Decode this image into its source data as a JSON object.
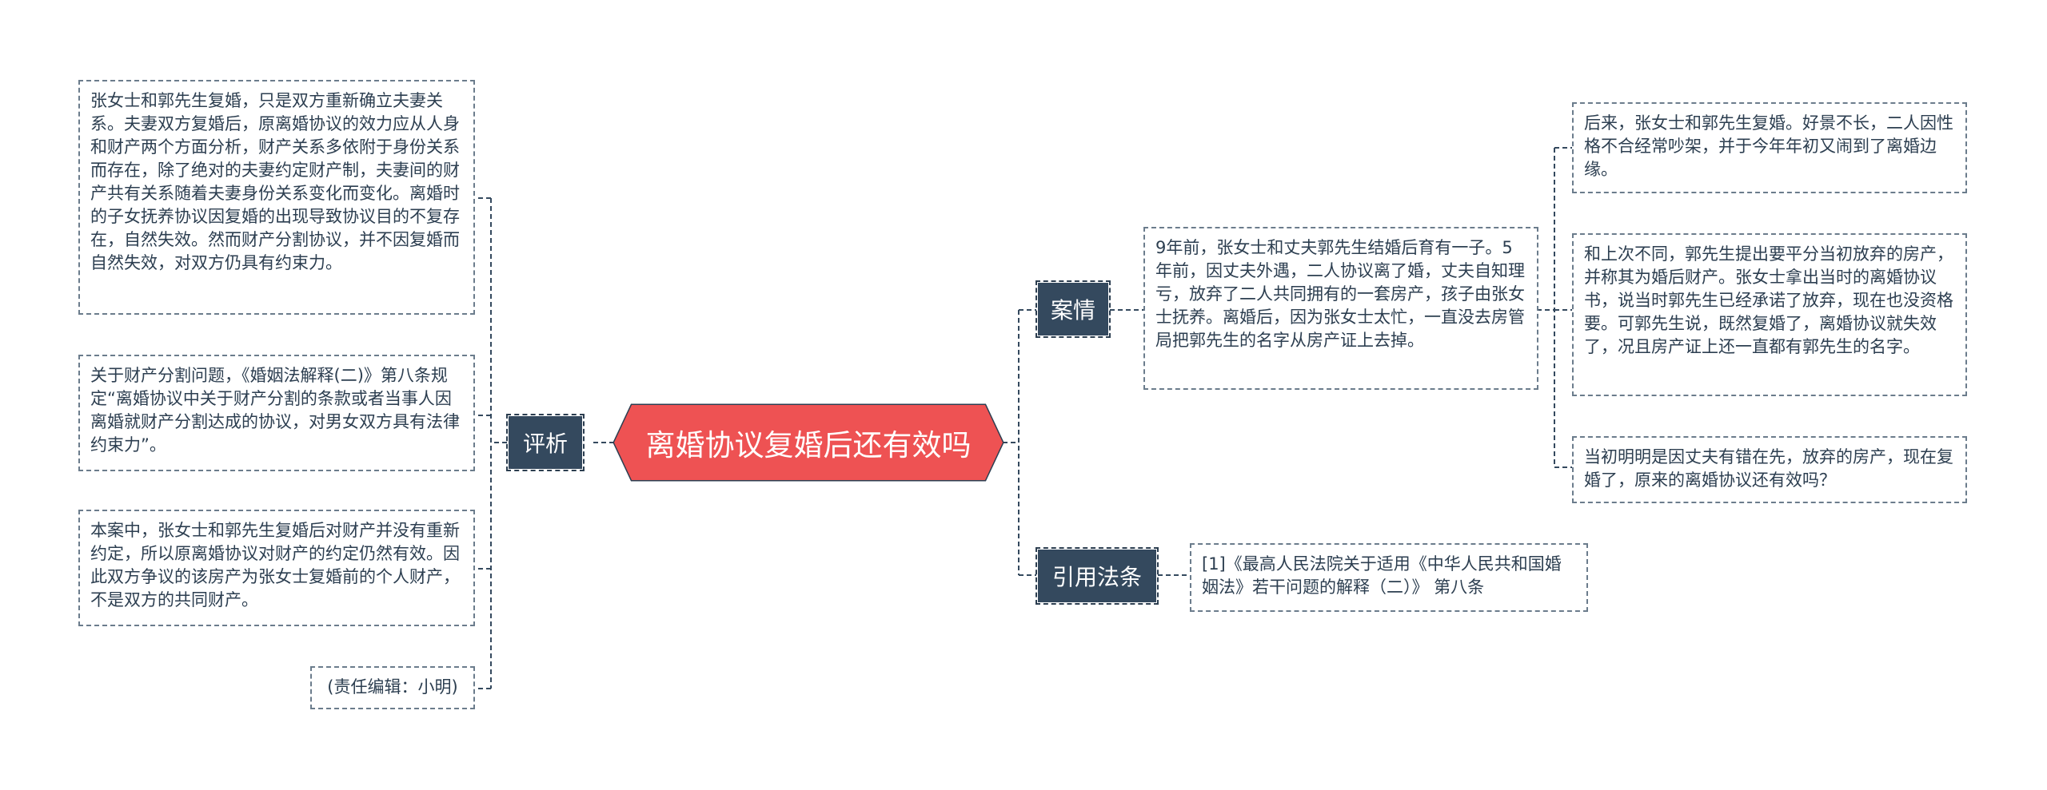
{
  "center": {
    "title": "离婚协议复婚后还有效吗"
  },
  "branches": {
    "analysis": {
      "label": "评析",
      "leaves": [
        "张女士和郭先生复婚，只是双方重新确立夫妻关系。夫妻双方复婚后，原离婚协议的效力应从人身和财产两个方面分析，财产关系多依附于身份关系而存在，除了绝对的夫妻约定财产制，夫妻间的财产共有关系随着夫妻身份关系变化而变化。离婚时的子女抚养协议因复婚的出现导致协议目的不复存在，自然失效。然而财产分割协议，并不因复婚而自然失效，对双方仍具有约束力。",
        "关于财产分割问题，《婚姻法解释(二)》第八条规定“离婚协议中关于财产分割的条款或者当事人因离婚就财产分割达成的协议，对男女双方具有法律约束力”。",
        "本案中，张女士和郭先生复婚后对财产并没有重新约定，所以原离婚协议对财产的约定仍然有效。因此双方争议的该房产为张女士复婚前的个人财产，不是双方的共同财产。",
        "(责任编辑：小明)"
      ]
    },
    "case": {
      "label": "案情",
      "main": "9年前，张女士和丈夫郭先生结婚后育有一子。5年前，因丈夫外遇，二人协议离了婚，丈夫自知理亏，放弃了二人共同拥有的一套房产，孩子由张女士抚养。离婚后，因为张女士太忙，一直没去房管局把郭先生的名字从房产证上去掉。",
      "leaves": [
        "后来，张女士和郭先生复婚。好景不长，二人因性格不合经常吵架，并于今年年初又闹到了离婚边缘。",
        "和上次不同，郭先生提出要平分当初放弃的房产，并称其为婚后财产。张女士拿出当时的离婚协议书，说当时郭先生已经承诺了放弃，现在也没资格要。可郭先生说，既然复婚了，离婚协议就失效了，况且房产证上还一直都有郭先生的名字。",
        "当初明明是因丈夫有错在先，放弃的房产，现在复婚了，原来的离婚协议还有效吗？"
      ]
    },
    "law": {
      "label": "引用法条",
      "leaf": "[1]《最高人民法院关于适用《中华人民共和国婚姻法》若干问题的解释（二）》 第八条"
    }
  },
  "colors": {
    "center": "#ee5253",
    "branch": "#34495e",
    "line": "#34495e"
  }
}
